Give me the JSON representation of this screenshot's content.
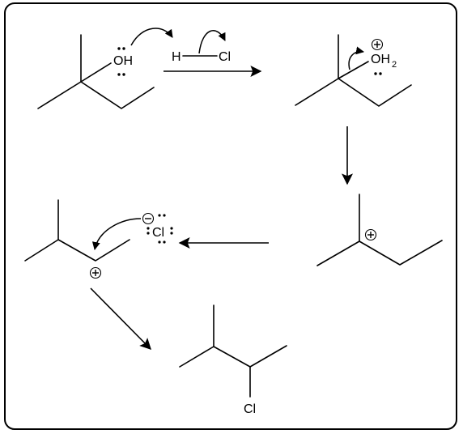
{
  "scheme": {
    "step1": {
      "hydroxyl": "OH",
      "acid_h": "H",
      "acid_cl": "Cl"
    },
    "step2": {
      "oxonium": "OH",
      "oxonium_sub": "2"
    },
    "step4": {
      "chloride": "Cl"
    },
    "product": {
      "chloro": "Cl"
    }
  }
}
